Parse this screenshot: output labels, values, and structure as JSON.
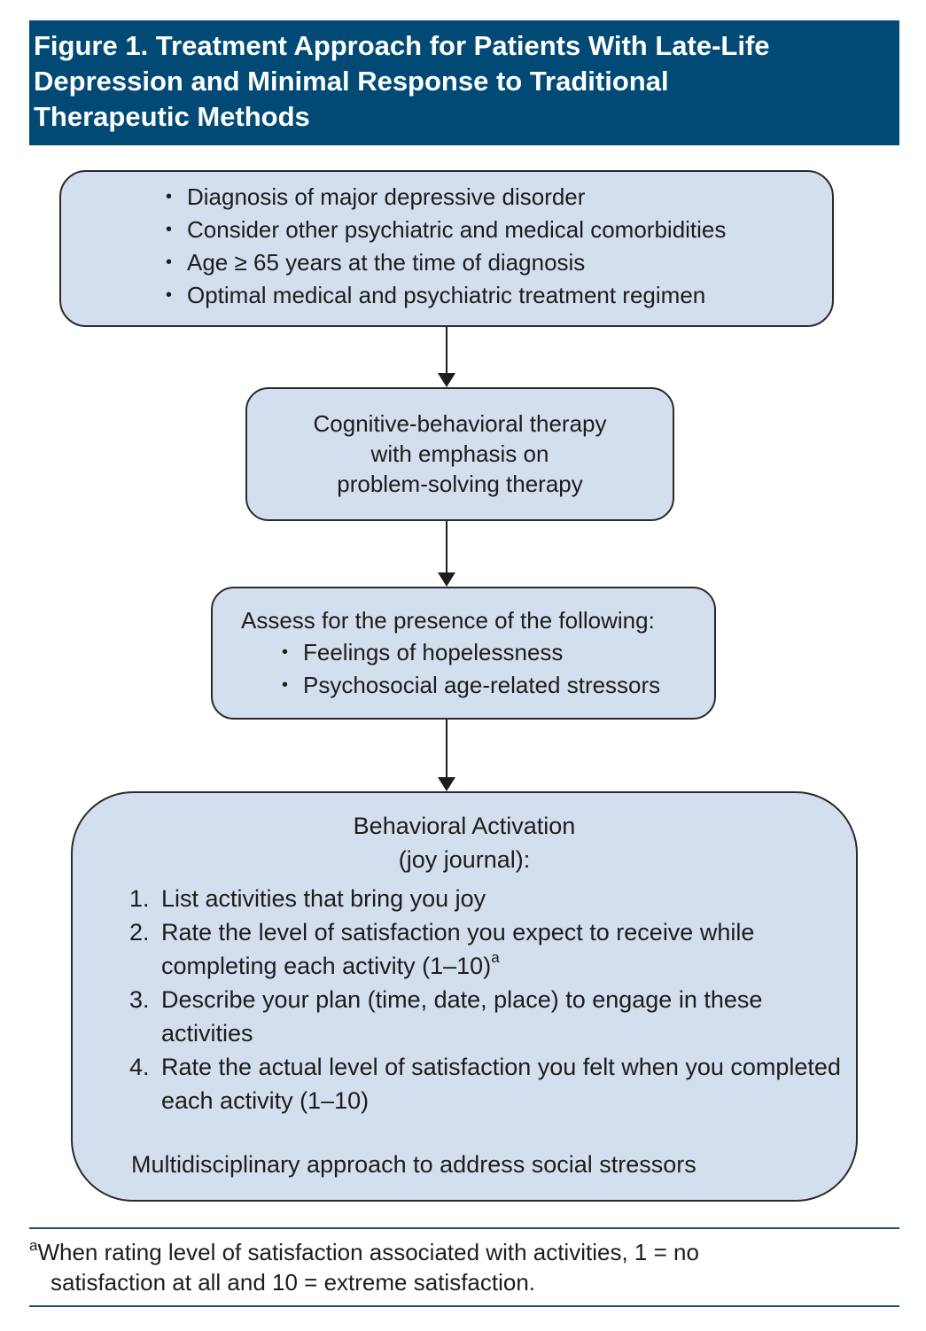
{
  "title": "Figure 1. Treatment Approach for Patients With Late-Life Depression and Minimal Response to Traditional Therapeutic Methods",
  "box1": {
    "items": [
      "Diagnosis of major depressive disorder",
      "Consider other psychiatric and medical comorbidities",
      "Age ≥ 65 years at the time of diagnosis",
      "Optimal medical and psychiatric treatment regimen"
    ]
  },
  "box2": {
    "lines": [
      "Cognitive-behavioral therapy",
      "with emphasis on",
      "problem-solving therapy"
    ]
  },
  "box3": {
    "heading": "Assess for the presence of the following:",
    "items": [
      "Feelings of hopelessness",
      "Psychosocial age-related stressors"
    ]
  },
  "box4": {
    "title_line1": "Behavioral Activation",
    "title_line2": "(joy journal):",
    "steps": [
      {
        "num": "1.",
        "text": "List activities that bring you joy"
      },
      {
        "num": "2.",
        "text": "Rate the level of satisfaction you expect to receive while completing each activity (1–10)",
        "sup": "a"
      },
      {
        "num": "3.",
        "text": "Describe your plan (time, date, place) to engage in these activities"
      },
      {
        "num": "4.",
        "text": "Rate the actual level of satisfaction you felt when you completed each activity (1–10)"
      }
    ],
    "footer": "Multidisciplinary approach to address social stressors"
  },
  "footnote": {
    "marker": "a",
    "line1": "When rating level of satisfaction associated with activities, 1 = no",
    "line2": "satisfaction at all and 10 = extreme satisfaction."
  }
}
